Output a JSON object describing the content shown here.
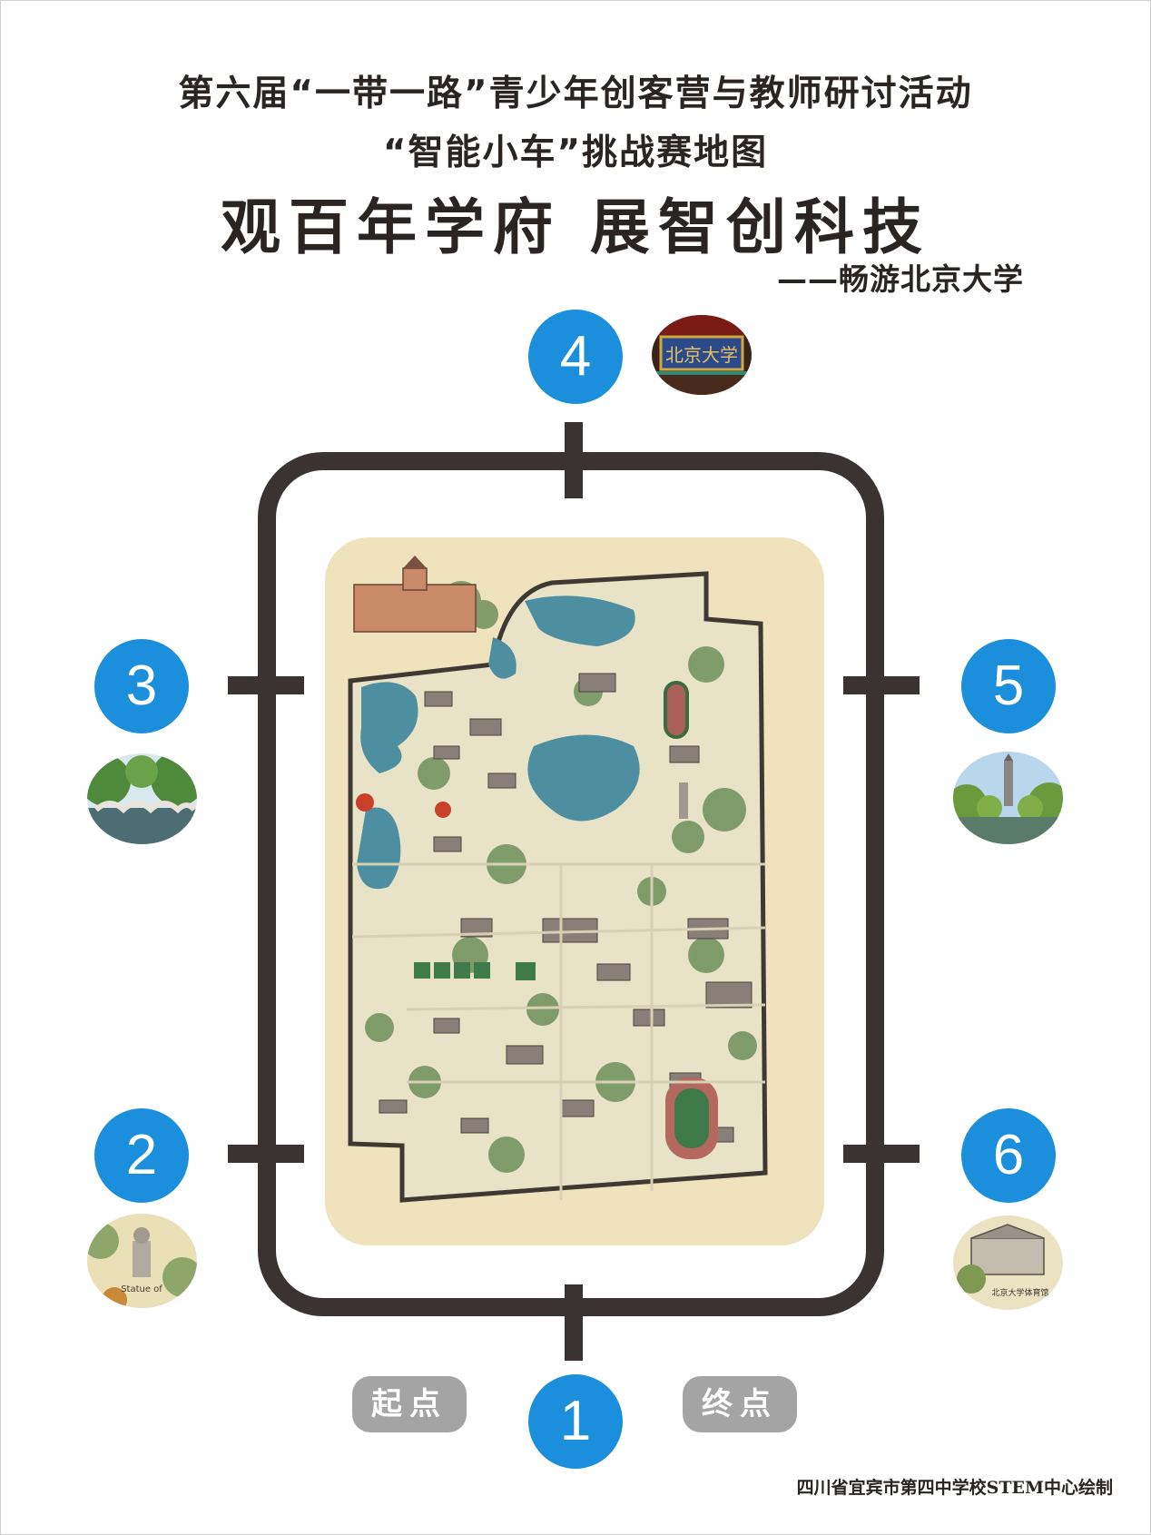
{
  "title": {
    "line1": "第六届“一带一路”青少年创客营与教师研讨活动",
    "line2": "“智能小车”挑战赛地图",
    "headline": "观百年学府  展智创科技",
    "subtitle": "——畅游北京大学"
  },
  "checkpoints": [
    {
      "number": "1",
      "photo": "start-finish-checkpoint"
    },
    {
      "number": "2",
      "photo": "statue-photo",
      "photo_caption": "Statue of"
    },
    {
      "number": "3",
      "photo": "stone-bridge-photo"
    },
    {
      "number": "4",
      "photo": "university-gate-photo",
      "photo_text": "北京大学"
    },
    {
      "number": "5",
      "photo": "boya-pagoda-photo"
    },
    {
      "number": "6",
      "photo": "gymnasium-photo",
      "photo_caption": "北京大学体育馆"
    }
  ],
  "labels": {
    "start": "起点",
    "finish": "终点"
  },
  "credit": "四川省宜宾市第四中学校STEM中心绘制",
  "colors": {
    "checkpoint_blue": "#1c8fdc",
    "track": "#3a3331",
    "map_bg": "#efe3bd",
    "pill_gray": "#a4a4a4",
    "lake": "#4d8fa0"
  }
}
